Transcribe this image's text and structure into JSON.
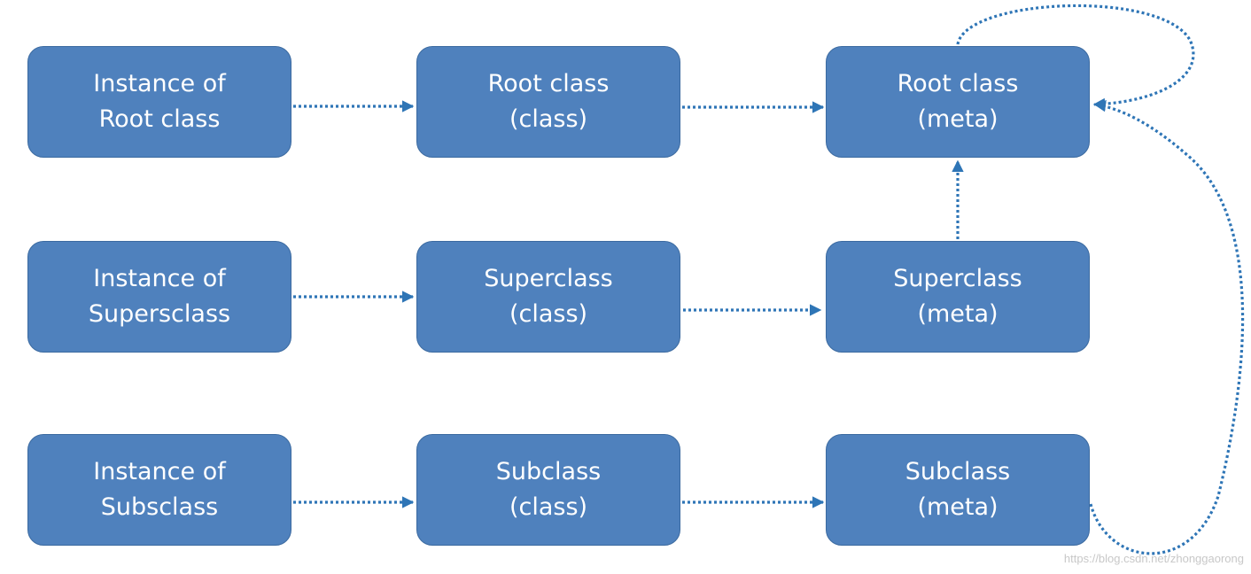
{
  "nodes": {
    "instance_root": {
      "line1": "Instance of",
      "line2": "Root class"
    },
    "root_class": {
      "line1": "Root class",
      "line2": "(class)"
    },
    "root_meta": {
      "line1": "Root class",
      "line2": "(meta)"
    },
    "instance_super": {
      "line1": "Instance of",
      "line2": "Supersclass"
    },
    "super_class": {
      "line1": "Superclass",
      "line2": "(class)"
    },
    "super_meta": {
      "line1": "Superclass",
      "line2": "(meta)"
    },
    "instance_sub": {
      "line1": "Instance of",
      "line2": "Subsclass"
    },
    "sub_class": {
      "line1": "Subclass",
      "line2": "(class)"
    },
    "sub_meta": {
      "line1": "Subclass",
      "line2": "(meta)"
    }
  },
  "edges": [
    {
      "from": "Instance of Root class",
      "to": "Root class (class)"
    },
    {
      "from": "Root class (class)",
      "to": "Root class (meta)"
    },
    {
      "from": "Instance of Supersclass",
      "to": "Superclass (class)"
    },
    {
      "from": "Superclass (class)",
      "to": "Superclass (meta)"
    },
    {
      "from": "Instance of Subsclass",
      "to": "Subclass (class)"
    },
    {
      "from": "Subclass (class)",
      "to": "Subclass (meta)"
    },
    {
      "from": "Superclass (meta)",
      "to": "Root class (meta)"
    },
    {
      "from": "Root class (meta)",
      "to": "Root class (meta)"
    },
    {
      "from": "Subclass (meta)",
      "to": "Root class (meta)"
    }
  ],
  "colors": {
    "node_fill": "#4f81bd",
    "node_border": "#3b6aa0",
    "edge": "#2e75b6",
    "text": "#ffffff"
  },
  "watermark": "https://blog.csdn.net/zhonggaorong"
}
